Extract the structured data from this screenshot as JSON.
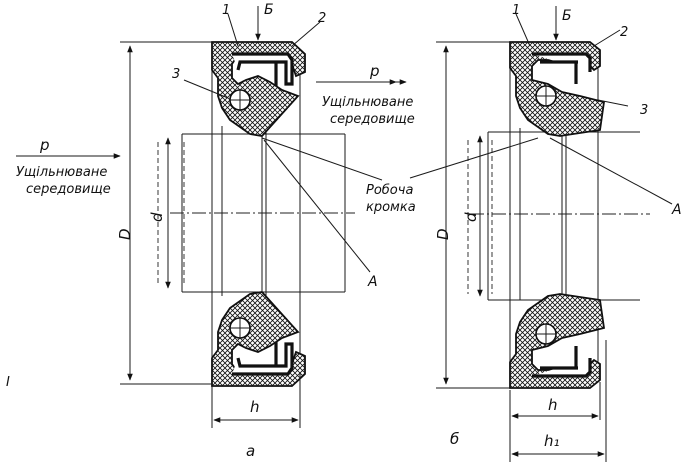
{
  "labels": {
    "left": {
      "n1": "1",
      "n2": "2",
      "n3": "3",
      "B": "Б",
      "p": "p",
      "medium_line1": "Ущільнюване",
      "medium_line2": "середовище",
      "D": "D",
      "d": "d",
      "A": "A",
      "h": "h",
      "caption": "а"
    },
    "right": {
      "n1": "1",
      "n2": "2",
      "n3": "3",
      "B": "Б",
      "p": "p",
      "medium_line1": "Ущільнюване",
      "medium_line2": "середовище",
      "D": "D",
      "d": "d",
      "A": "A",
      "h": "h",
      "h1": "h₁",
      "caption": "б"
    },
    "center": {
      "edge_line1": "Робоча",
      "edge_line2": "кромка"
    },
    "margin": "I"
  }
}
